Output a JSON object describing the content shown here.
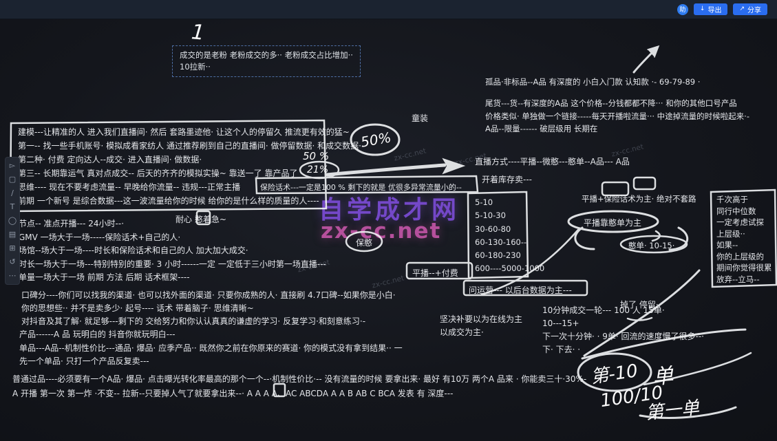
{
  "topbar": {
    "avatar": "助",
    "export_label": "导出",
    "share_label": "分享"
  },
  "toolbar": {
    "tools": [
      {
        "name": "select",
        "glyph": "▻"
      },
      {
        "name": "frame",
        "glyph": "▢"
      },
      {
        "name": "pen",
        "glyph": "∕"
      },
      {
        "name": "text",
        "glyph": "T"
      },
      {
        "name": "shape",
        "glyph": "◯"
      },
      {
        "name": "sticky",
        "glyph": "▤"
      },
      {
        "name": "table",
        "glyph": "⊞"
      },
      {
        "name": "undo",
        "glyph": "↺"
      },
      {
        "name": "more",
        "glyph": "⋯"
      }
    ]
  },
  "watermark": {
    "brand": "自学成才网",
    "site": "zx-cc.net",
    "faint": "zx-cc.net"
  },
  "notes": {
    "sticky_top": {
      "lines": [
        "成交的是老粉 老粉成交的多··  老粉成交占比增加··",
        "10拉新··"
      ]
    },
    "unique_product_line": "孤品·非标品--A品  有深度的  小白入门款 认知款 ·- 69-79-89 ·",
    "tail_goods": {
      "lines": [
        "尾货---货--有深度的A品  这个价格--分钱都都不降···  和你的其他口号产品",
        "价格类似· 单独做一个链接-----每天开播啦流量···  中途掉流量的时候啦起来·-",
        "A品--限量------  破层级用 长期在"
      ]
    },
    "kids_label": "童装",
    "main_box": {
      "lines": [
        "建模---让精准的人 进入我们直播间· 然后  套路墨迹他·  让这个人的停留久 推流更有效的猛~",
        "第一--  找一些手机账号· 模拟成看家纺人 通过推荐刷到自己的直播间·  做停留数据· 和成交数据·",
        "第二种·  付费  定向达人--成交· 进入直播间·  做数据·",
        "第三--   长期靠运气 真对点成交--  后天的齐齐的模拟实操~ 靠送一了  靠产品了",
        "思维---- 现在不要考虑流量--  早晚给你流量-- 违规---正常主播",
        "前期 一个新号 是综合数据---这一波流量给你的时候   给你的是什么样的质量的人----"
      ]
    },
    "insurance_line": "保险话术---一定是100 % 剩下的就是 优很多异常流量小的--",
    "patience_line": "耐心 憨着急~",
    "baohan_label": "保憨",
    "schedule": {
      "lines": [
        "节点--  准点开播--- 24小时--·",
        "GMV 一场大于一场-----保险话术+自己的人·",
        "场馆--场大于一场----时长和保险话术和自己的人 加大加大成交·",
        "时长一场大于一场---特别特别的重要·   3 小时------一定  一定低于三小时第一场直播---",
        "单量一场大于一场  前期 方法 后期 话术框架----"
      ]
    },
    "reputation": {
      "lines": [
        "口碑分----你们可以找我的渠道· 也可以找外面的渠道· 只要你成熟的人· 直接刷 4.7口碑--如果你是小白·",
        "你的思想些··  并不是卖多少· 起号----  话术 带着脑子· 思维清晰~",
        "对抖音及其了解· 就足够---剩下的 交给努力和你认认真真的谦虚的学习· 反复学习·和刻意练习·-"
      ]
    },
    "product": {
      "lines": [
        "产品------A 品  玩明白的      抖音你就玩明白---",
        "单品---A品--机制性价比---通品· 爆品·   应季产品·· 既然你之前在你原来的赛道· 你的模式没有拿到结果·· 一",
        "先一个单品·      只打一个产品反复卖---"
      ]
    },
    "general": {
      "lines": [
        "普通过品----必须要有一个A品· 爆品·   点击曝光转化率最高的那个一个--·机制性价比·--  没有流量的时候 要拿出来· 最好 有10万 两个A 品来 · 你能卖三十·30%-",
        "A 开播 第一次 第一炸 ·不变--  拉新--只要掉人气了就要拿出来--· A A A     A、AC    ABCDA   A A B   AB C BCA 发表 有 深度---"
      ]
    },
    "mode_line": "直播方式----平播--微憨---憨单--A品---   A品",
    "stock_line": "开着库存卖---",
    "tiers": {
      "lines": [
        "5-10",
        "5-10-30",
        "30-60-80",
        "60-130-160--",
        "60-180-230",
        "600----5000-1000"
      ]
    },
    "paid_line": "平播--+付费",
    "ops_line": "问运营--- 以后台数据为主---",
    "online_rule": {
      "lines": [
        "坚决补要以为在线为主",
        "以成交为主·"
      ]
    },
    "drop_line": "掉了  停留·",
    "rounds": {
      "lines": [
        "10分钟成交一轮---  100 人   15单·",
        "10---15+",
        "下一次十分钟· · 9单· 回流的速度慢了很多--·",
        "下·  下去· ·"
      ]
    },
    "flat_insurance_line": "平播+保险话术为主·   绝对不套路",
    "flat_handan_line": "平播靠憨单为主",
    "handan_line": "憨单· 10-15·",
    "uplevel_box": {
      "lines": [
        "千次高于",
        "同行中位数",
        "一定考虑试探",
        "上层级··",
        "如果--",
        "你的上层级的",
        "期间你觉得很累",
        "放弃--立马--"
      ]
    }
  },
  "handwriting": {
    "one": "1",
    "pct50_big": "50%",
    "pct50": "50 %",
    "pct21": "21%",
    "order10": "第-10",
    "dan": "单",
    "ratio": "100/10",
    "first_order": "第一单"
  }
}
